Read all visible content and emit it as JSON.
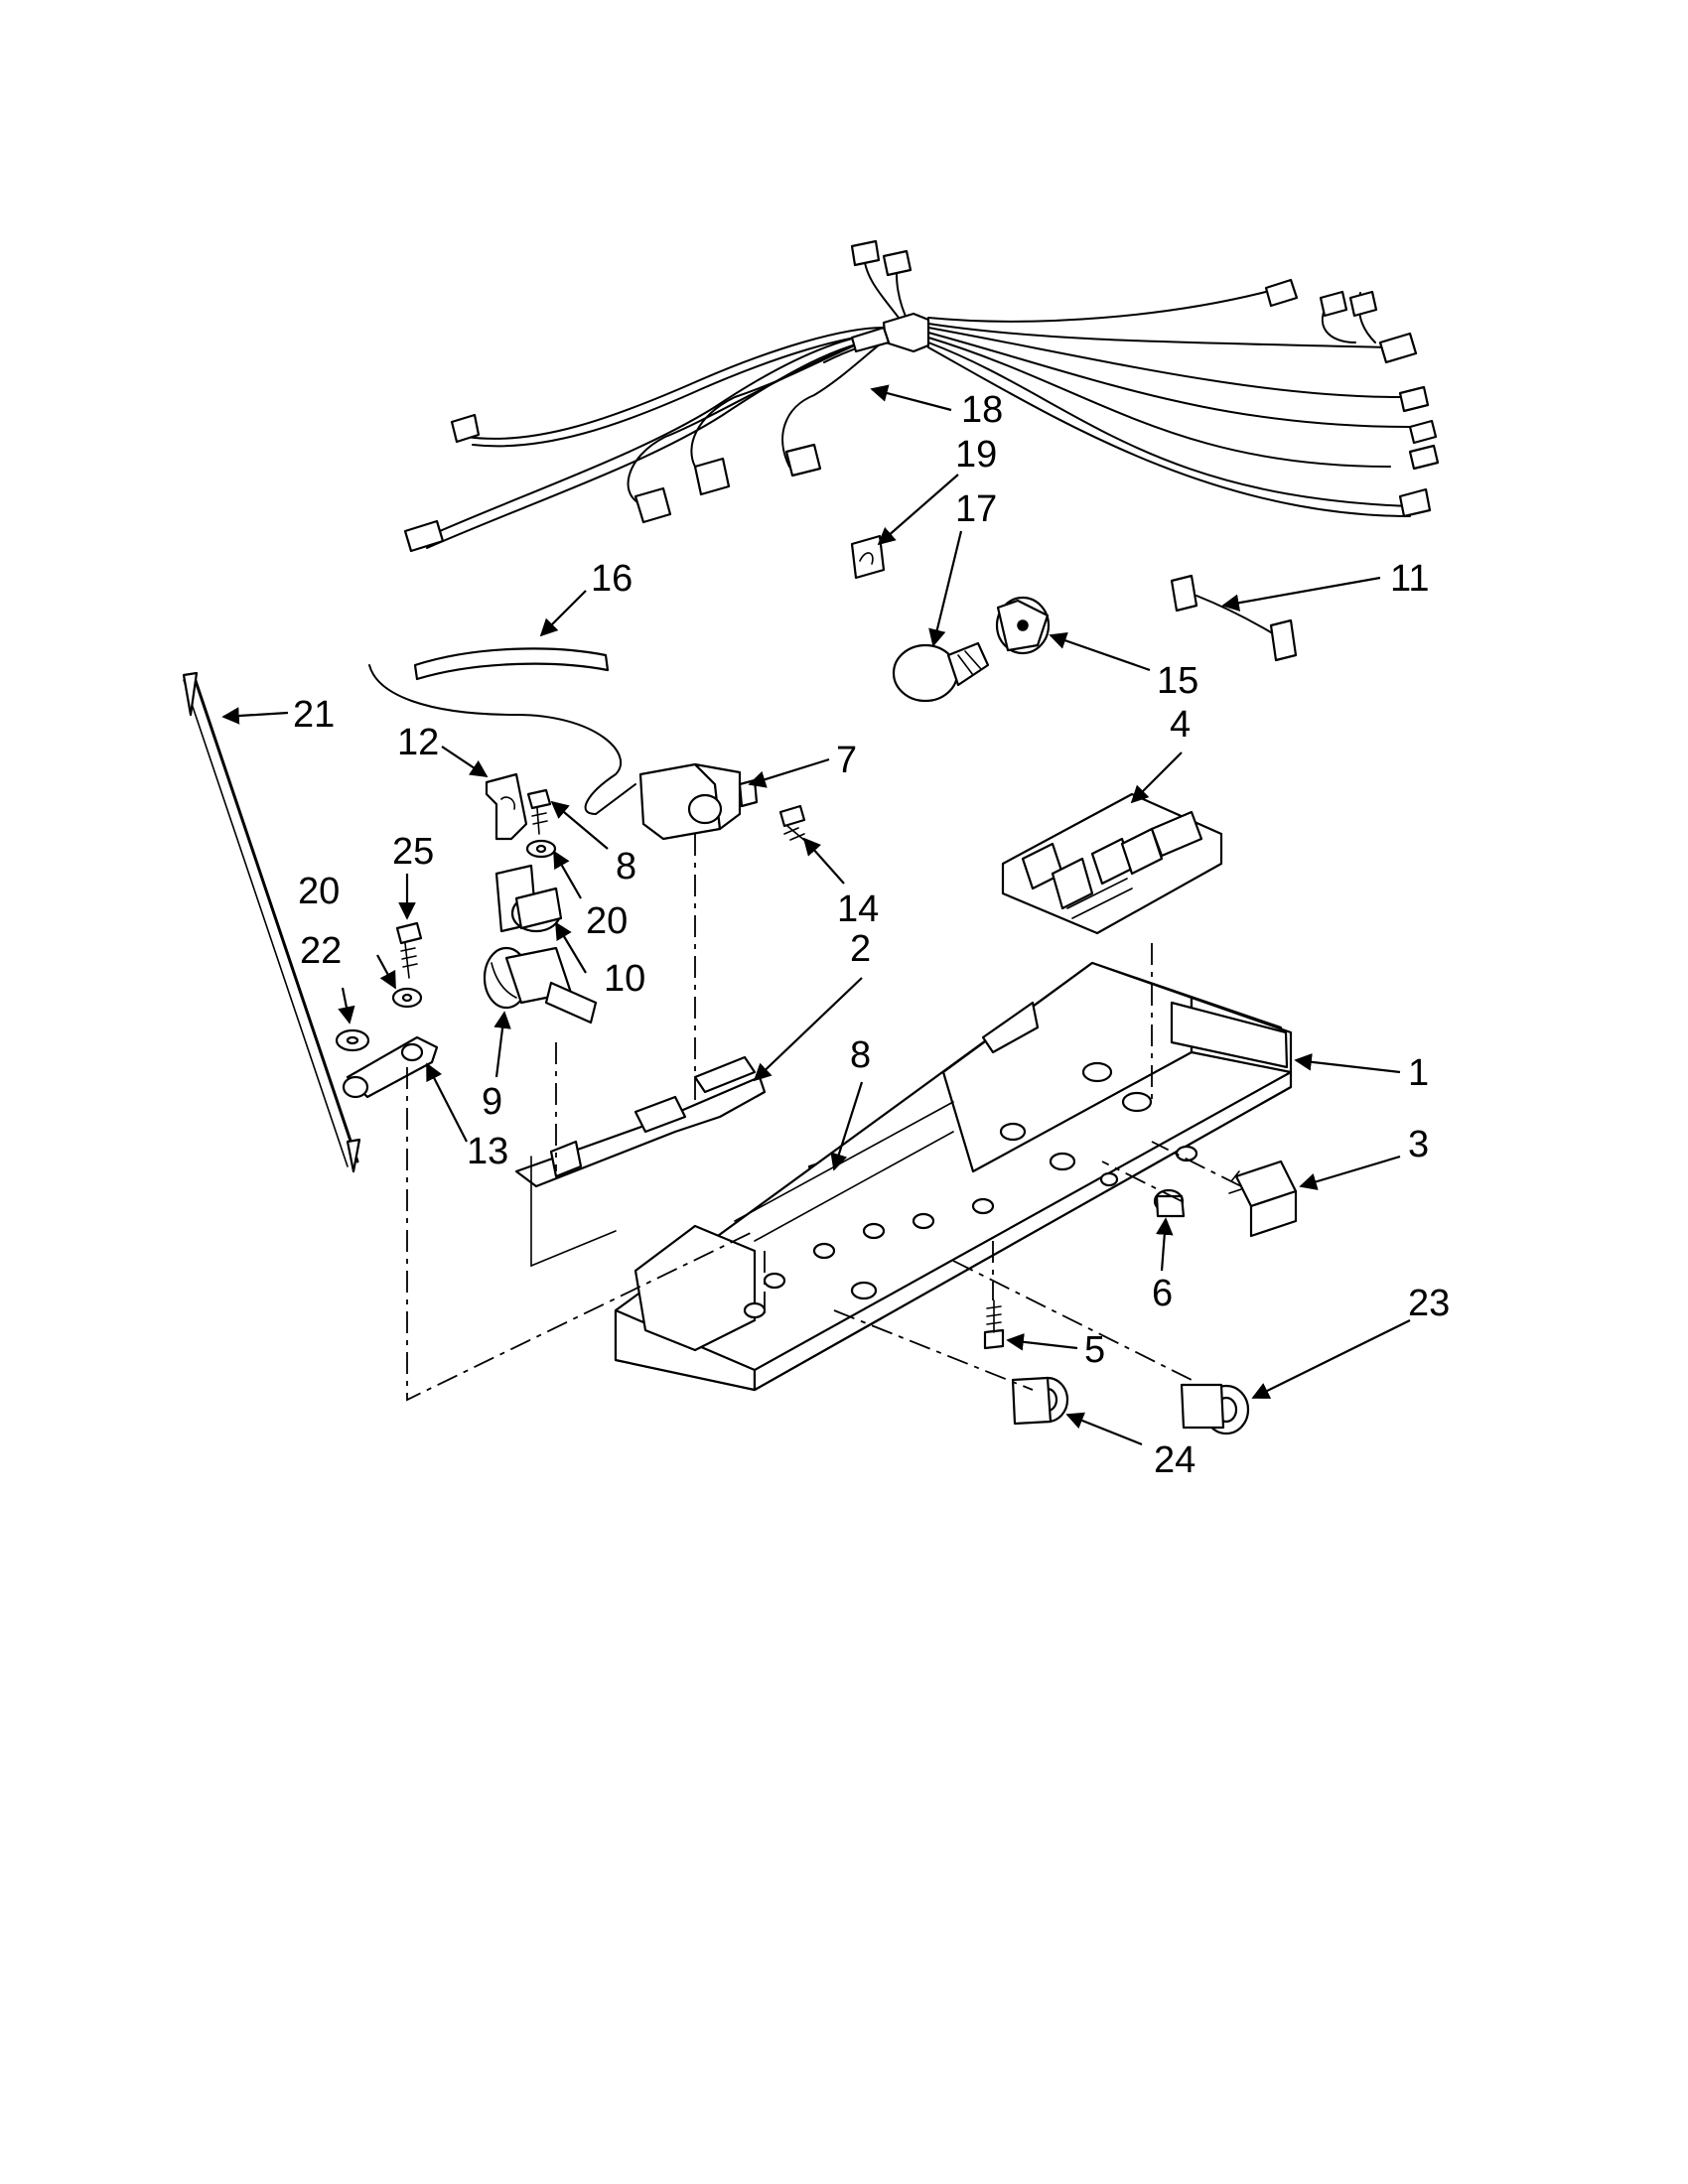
{
  "callouts": {
    "c1": "1",
    "c2": "2",
    "c3": "3",
    "c4": "4",
    "c5": "5",
    "c6": "6",
    "c7": "7",
    "c8a": "8",
    "c8b": "8",
    "c9": "9",
    "c10": "10",
    "c11": "11",
    "c12": "12",
    "c13": "13",
    "c14": "14",
    "c15": "15",
    "c16": "16",
    "c17": "17",
    "c18": "18",
    "c19": "19",
    "c20a": "20",
    "c20b": "20",
    "c21": "21",
    "c22": "22",
    "c23": "23",
    "c24": "24",
    "c25": "25"
  }
}
